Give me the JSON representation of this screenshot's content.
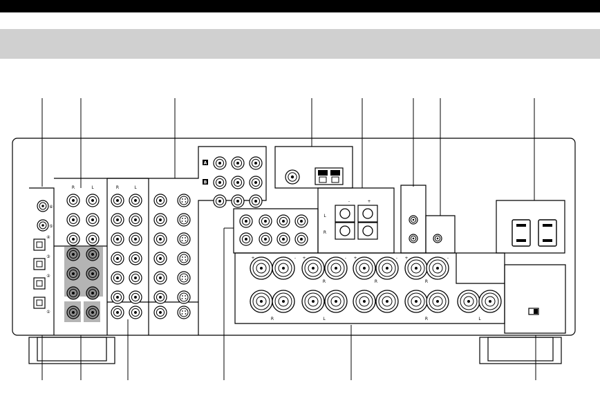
{
  "page": {
    "background": "#ffffff",
    "top_bar_color": "#000000",
    "header_band_color": "#d0d0d0"
  },
  "panel": {
    "outline_color": "#000000",
    "jack_fill": "#ffffff",
    "shaded_jack_fill": "#8c8c8c",
    "shaded_block_fill": "#b4b4b4"
  },
  "labels": {
    "zone_a": "A",
    "zone_b": "B",
    "right": "R",
    "left": "L",
    "plus": "+",
    "minus": "-",
    "opt_1": "①",
    "opt_2": "②",
    "opt_3": "③",
    "opt_4": "④",
    "opt_5": "⑤",
    "opt_6": "⑥"
  }
}
